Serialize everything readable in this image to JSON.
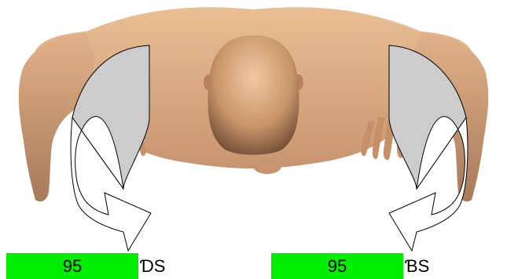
{
  "left_indicator": {
    "value": "95",
    "label": "ƊS"
  },
  "right_indicator": {
    "value": "95",
    "label": "ƁS"
  },
  "colors": {
    "bar": "#00ee00",
    "arrow_fill": "#cccccc",
    "arrow_stroke": "#000000",
    "skin": "#d9a77a"
  },
  "icons": {
    "left_arrow": "rotate-down-left-arrow-icon",
    "right_arrow": "rotate-down-right-arrow-icon"
  }
}
